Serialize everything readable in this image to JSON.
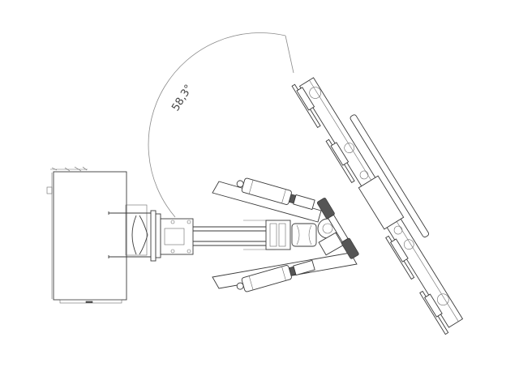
{
  "drawing": {
    "type": "technical-line-drawing",
    "subject": "articulated robotic arm with rotated end-effector bar, side view",
    "angle_annotation": {
      "label": "58,3°",
      "value_degrees": 58.3
    },
    "components": [
      {
        "name": "base-cabinet"
      },
      {
        "name": "mounting-flange"
      },
      {
        "name": "telescopic-boom"
      },
      {
        "name": "upper-hydraulic-actuator"
      },
      {
        "name": "lower-hydraulic-actuator"
      },
      {
        "name": "rotary-gear-joint"
      },
      {
        "name": "end-effector-beam"
      },
      {
        "name": "gripper-pads"
      }
    ],
    "colors": {
      "background": "#ffffff",
      "line": "#3a3a3a",
      "dimension_arc": "#8a8a8a"
    }
  }
}
